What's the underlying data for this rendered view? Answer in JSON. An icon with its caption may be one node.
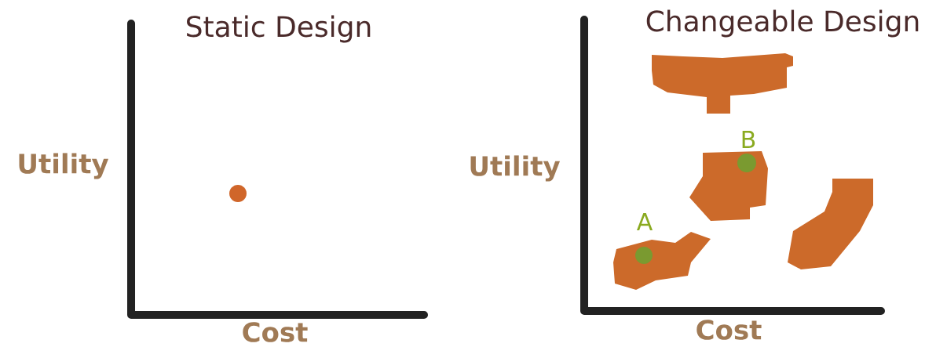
{
  "diagram": {
    "labels": [
      "Static Design",
      "Changeable Design",
      "Utility",
      "B",
      "Utility",
      "A",
      "Cost",
      "Cost"
    ]
  }
}
